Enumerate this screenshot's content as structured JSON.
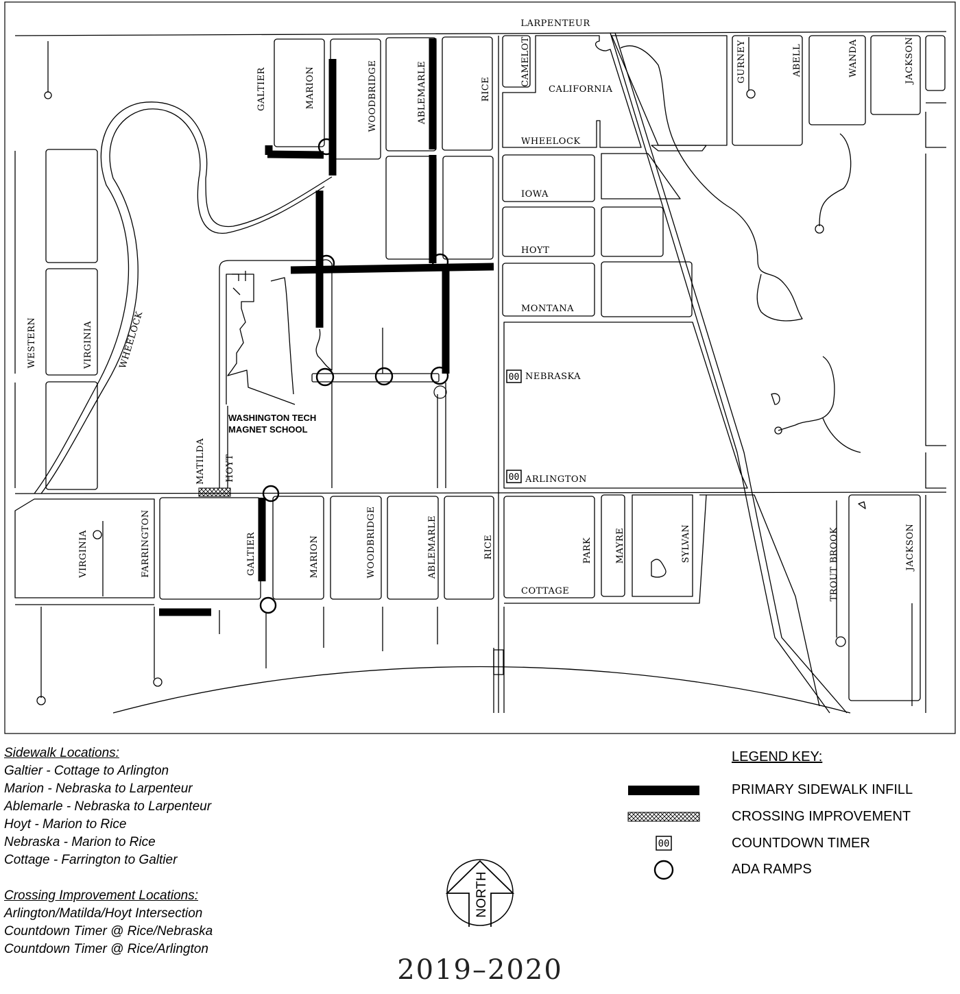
{
  "streets": {
    "larpenteur": "LARPENTEUR",
    "camelot": "CAMELOT",
    "california": "CALIFORNIA",
    "gurney": "GURNEY",
    "abell": "ABELL",
    "wanda": "WANDA",
    "jackson_n": "JACKSON",
    "galtier_n": "GALTIER",
    "marion_n": "MARION",
    "woodbridge_n": "WOODBRIDGE",
    "ablemarle_n": "ABLEMARLE",
    "rice_n": "RICE",
    "wheelock_e": "WHEELOCK",
    "iowa": "IOWA",
    "hoyt_e": "HOYT",
    "montana": "MONTANA",
    "nebraska": "NEBRASKA",
    "arlington": "ARLINGTON",
    "western": "WESTERN",
    "virginia_n": "VIRGINIA",
    "wheelock_w": "WHEELOCK",
    "matilda": "MATILDA",
    "hoyt_s": "HOYT",
    "virginia_s": "VIRGINIA",
    "farrington": "FARRINGTON",
    "galtier_s": "GALTIER",
    "marion_s": "MARION",
    "woodbridge_s": "WOODBRIDGE",
    "ablemarle_s": "ABLEMARLE",
    "rice_s": "RICE",
    "park": "PARK",
    "mayre": "MAYRE",
    "sylvan": "SYLVAN",
    "cottage": "COTTAGE",
    "trout_brook": "TROUT BROOK",
    "jackson_s": "JACKSON"
  },
  "school": {
    "line1": "WASHINGTON TECH",
    "line2": "MAGNET SCHOOL"
  },
  "timer_text": "00",
  "notes": {
    "sidewalk_heading": "Sidewalk Locations:",
    "sidewalk_items": [
      "Galtier - Cottage to Arlington",
      "Marion - Nebraska to Larpenteur",
      "Ablemarle - Nebraska to Larpenteur",
      "Hoyt - Marion to Rice",
      "Nebraska - Marion to Rice",
      "Cottage - Farrington to Galtier"
    ],
    "crossing_heading": "Crossing Improvement Locations:",
    "crossing_items": [
      "Arlington/Matilda/Hoyt Intersection",
      "Countdown Timer @ Rice/Nebraska",
      "Countdown Timer @ Rice/Arlington"
    ]
  },
  "legend": {
    "title": "LEGEND KEY:",
    "items": [
      "PRIMARY SIDEWALK INFILL",
      "CROSSING IMPROVEMENT",
      "COUNTDOWN TIMER",
      "ADA RAMPS"
    ]
  },
  "north_label": "NORTH",
  "year": "2019–2020"
}
